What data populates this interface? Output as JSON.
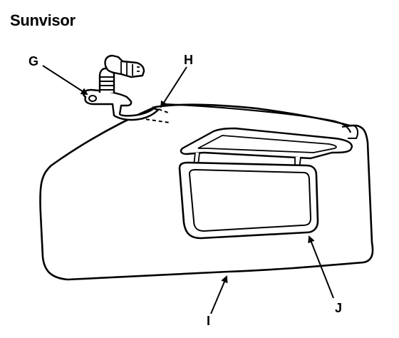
{
  "title": "Sunvisor",
  "callouts": {
    "g": "G",
    "h": "H",
    "i": "I",
    "j": "J"
  },
  "colors": {
    "line": "#000000",
    "background": "#ffffff"
  }
}
